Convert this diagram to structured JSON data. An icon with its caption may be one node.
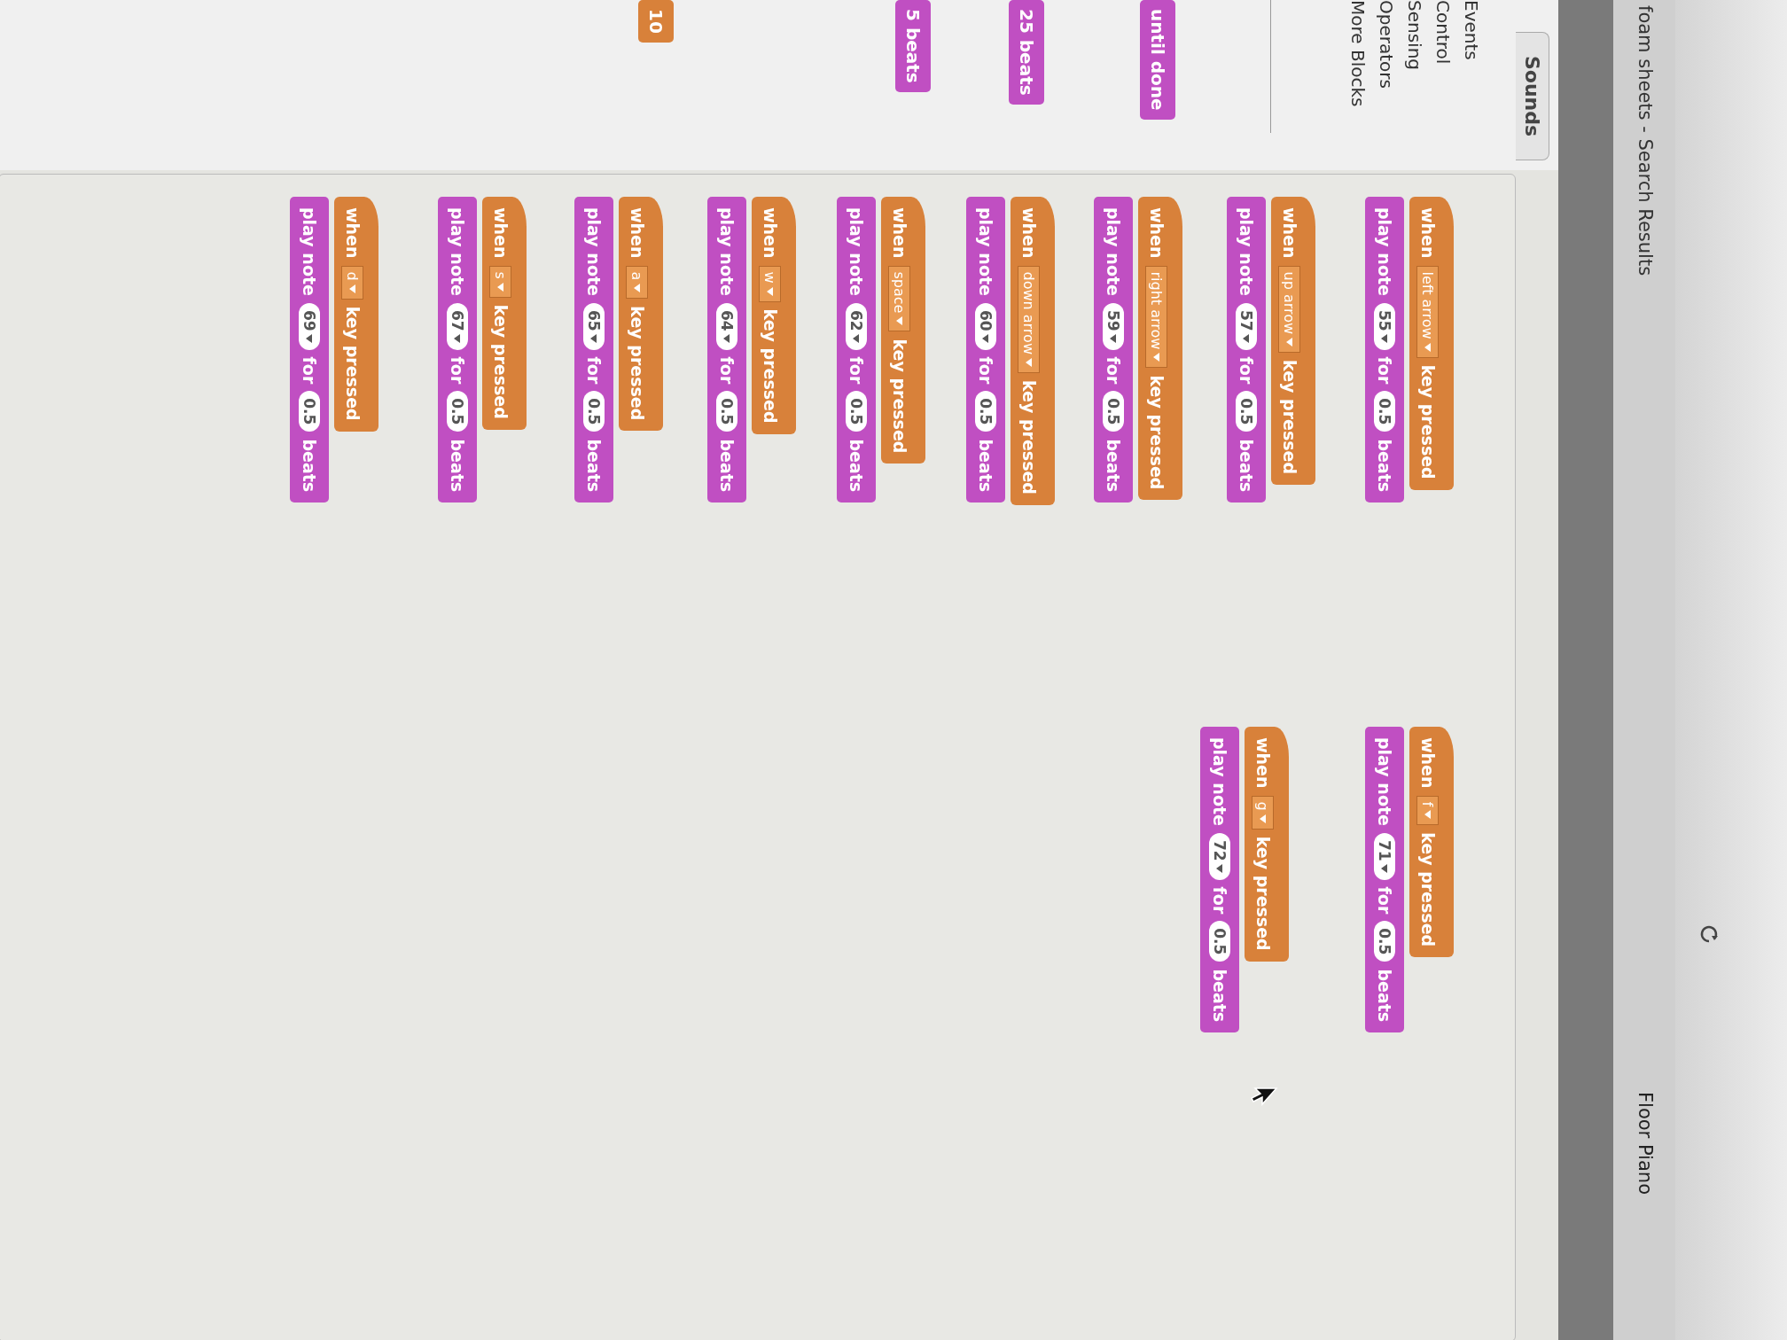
{
  "diagram": {
    "nodes": [
      {
        "text": [
          "when",
          "left arrow",
          "key pressed"
        ]
      },
      {
        "text": [
          "play note",
          "55",
          "for",
          "0.5",
          "beats"
        ]
      },
      {
        "text": [
          "when",
          "up arrow",
          "key pressed"
        ]
      },
      {
        "text": [
          "play note",
          "57",
          "for",
          "0.5",
          "beats"
        ]
      },
      {
        "text": [
          "when",
          "right arrow",
          "key pressed"
        ]
      },
      {
        "text": [
          "play note",
          "59",
          "for",
          "0.5",
          "beats"
        ]
      },
      {
        "text": [
          "when",
          "down arrow",
          "key pressed"
        ]
      },
      {
        "text": [
          "play note",
          "60",
          "for",
          "0.5",
          "beats"
        ]
      },
      {
        "text": [
          "when",
          "space",
          "key pressed"
        ]
      },
      {
        "text": [
          "play note",
          "62",
          "for",
          "0.5",
          "beats"
        ]
      },
      {
        "text": [
          "when",
          "w",
          "key pressed"
        ]
      },
      {
        "text": [
          "play note",
          "64",
          "for",
          "0.5",
          "beats"
        ]
      },
      {
        "text": [
          "when",
          "a",
          "key pressed"
        ]
      },
      {
        "text": [
          "play note",
          "65",
          "for",
          "0.5",
          "beats"
        ]
      },
      {
        "text": [
          "when",
          "s",
          "key pressed"
        ]
      },
      {
        "text": [
          "play note",
          "67",
          "for",
          "0.5",
          "beats"
        ]
      },
      {
        "text": [
          "when",
          "d",
          "key pressed"
        ]
      },
      {
        "text": [
          "play note",
          "69",
          "for",
          "0.5",
          "beats"
        ]
      },
      {
        "text": [
          "when",
          "f",
          "key pressed"
        ]
      },
      {
        "text": [
          "play note",
          "71",
          "for",
          "0.5",
          "beats"
        ]
      },
      {
        "text": [
          "when",
          "g",
          "key pressed"
        ]
      },
      {
        "text": [
          "play note",
          "72",
          "for",
          "0.5",
          "beats"
        ]
      }
    ],
    "labels": [
      "foam sheets - Search Results",
      "Floor Piano",
      "Sounds",
      "Events",
      "Control",
      "Sensing",
      "Operators",
      "More Blocks",
      "until done",
      "25 beats",
      "5 beats",
      "10"
    ]
  }
}
